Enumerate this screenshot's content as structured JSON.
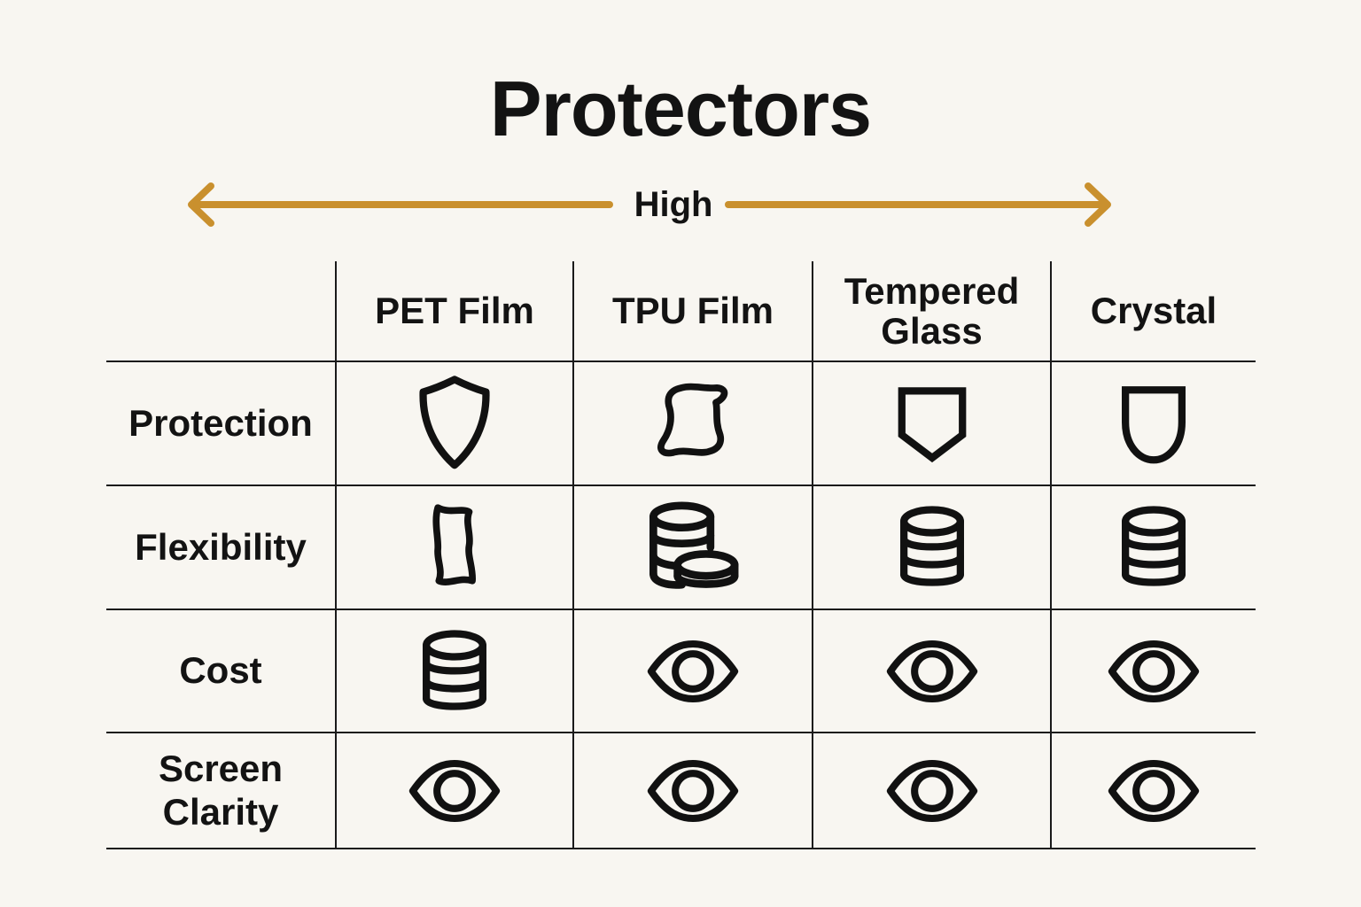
{
  "title": "Protectors",
  "scale_arrow": {
    "label": "High",
    "direction": "both"
  },
  "table": {
    "column_headers": [
      "PET Film",
      "TPU Film",
      "Tempered Glass",
      "Crystal"
    ],
    "rows": [
      {
        "label": "Protection",
        "cells": [
          "shield-classic-icon",
          "flexible-film-icon",
          "flat-top-shield-icon",
          "round-bottom-shield-icon"
        ]
      },
      {
        "label": "Flexibility",
        "cells": [
          "wavy-film-icon",
          "coins-double-stack-icon",
          "coins-stack-icon",
          "coins-stack-icon"
        ]
      },
      {
        "label": "Cost",
        "cells": [
          "coins-stack-icon",
          "eye-icon",
          "eye-icon",
          "eye-icon"
        ]
      },
      {
        "label": "Screen Clarity",
        "cells": [
          "eye-icon",
          "eye-icon",
          "eye-icon",
          "eye-icon"
        ]
      }
    ]
  },
  "colors": {
    "background": "#f8f6f1",
    "arrow": "#c9902e",
    "grid_line": "#1a1a1a",
    "icon_stroke": "#111111",
    "text": "#131313"
  }
}
